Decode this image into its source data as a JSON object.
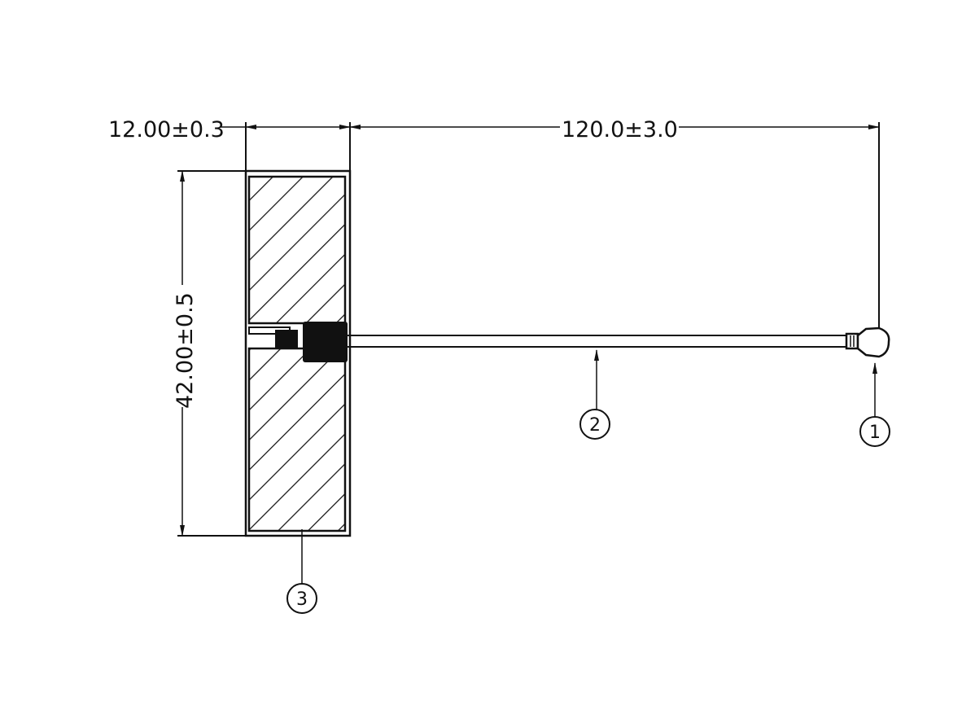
{
  "dimensions": {
    "width": "12.00±0.3",
    "length": "120.0±3.0",
    "height": "42.00±0.5"
  },
  "callouts": {
    "connector": "1",
    "cable": "2",
    "antenna_body": "3"
  },
  "colors": {
    "line": "#111111",
    "background": "#ffffff"
  }
}
